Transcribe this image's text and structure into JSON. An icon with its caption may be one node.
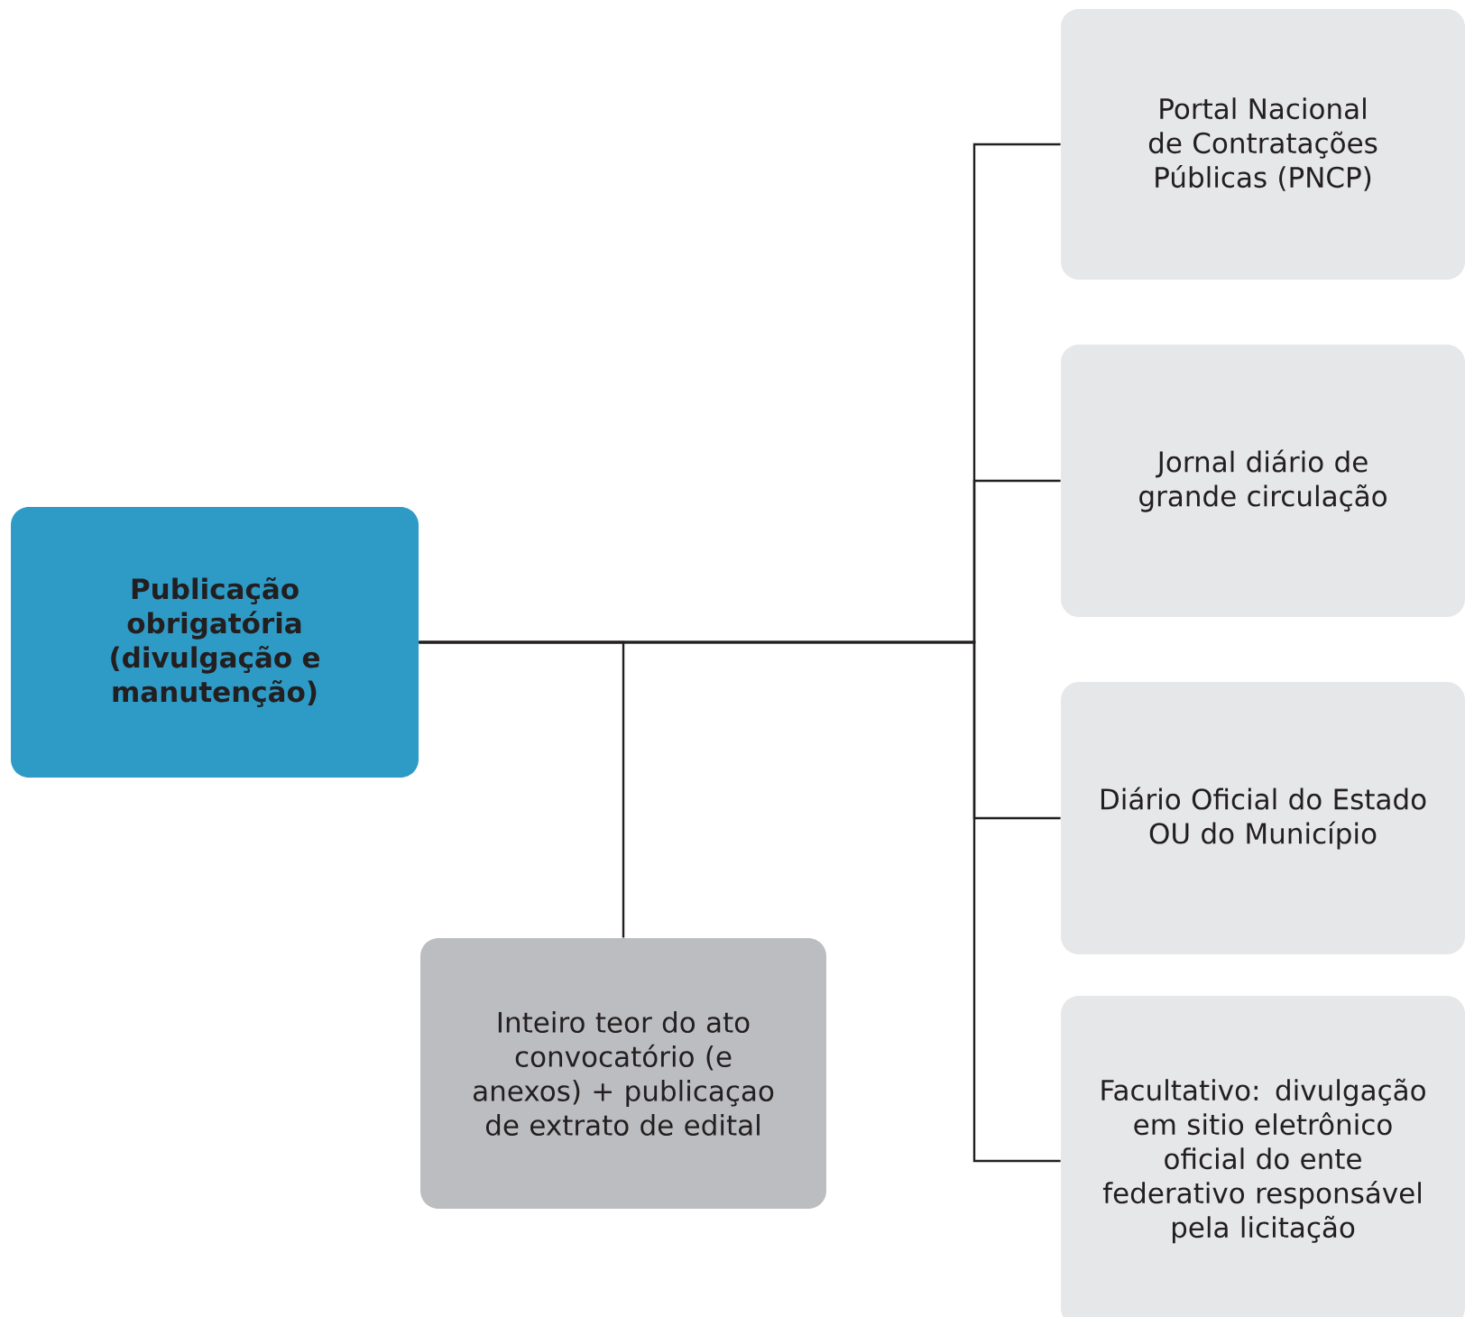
{
  "diagram": {
    "nodes": [
      {
        "text": [
          "Publicação obrigatória (divulgação e manutenção)"
        ]
      },
      {
        "text": [
          "Portal Nacional de Contratações Públicas (PNCP)"
        ]
      },
      {
        "text": [
          "Jornal diário de grande circulação"
        ]
      },
      {
        "text": [
          "Diário Oficial do Estado OU do Município"
        ]
      },
      {
        "text": [
          "Facultativo: divulgação em sitio eletrônico oficial do ente federativo responsável pela licitação"
        ]
      },
      {
        "text": [
          "Inteiro teor do ato convocatório (e anexos) + publicaçao de extrato de edital"
        ]
      }
    ],
    "edges": [
      {
        "from": 0,
        "to": 1,
        "arrow": "none"
      },
      {
        "from": 0,
        "to": 2,
        "arrow": "none"
      },
      {
        "from": 0,
        "to": 3,
        "arrow": "none"
      },
      {
        "from": 0,
        "to": 4,
        "arrow": "none"
      },
      {
        "from": 0,
        "to": 5,
        "arrow": "none"
      }
    ]
  }
}
